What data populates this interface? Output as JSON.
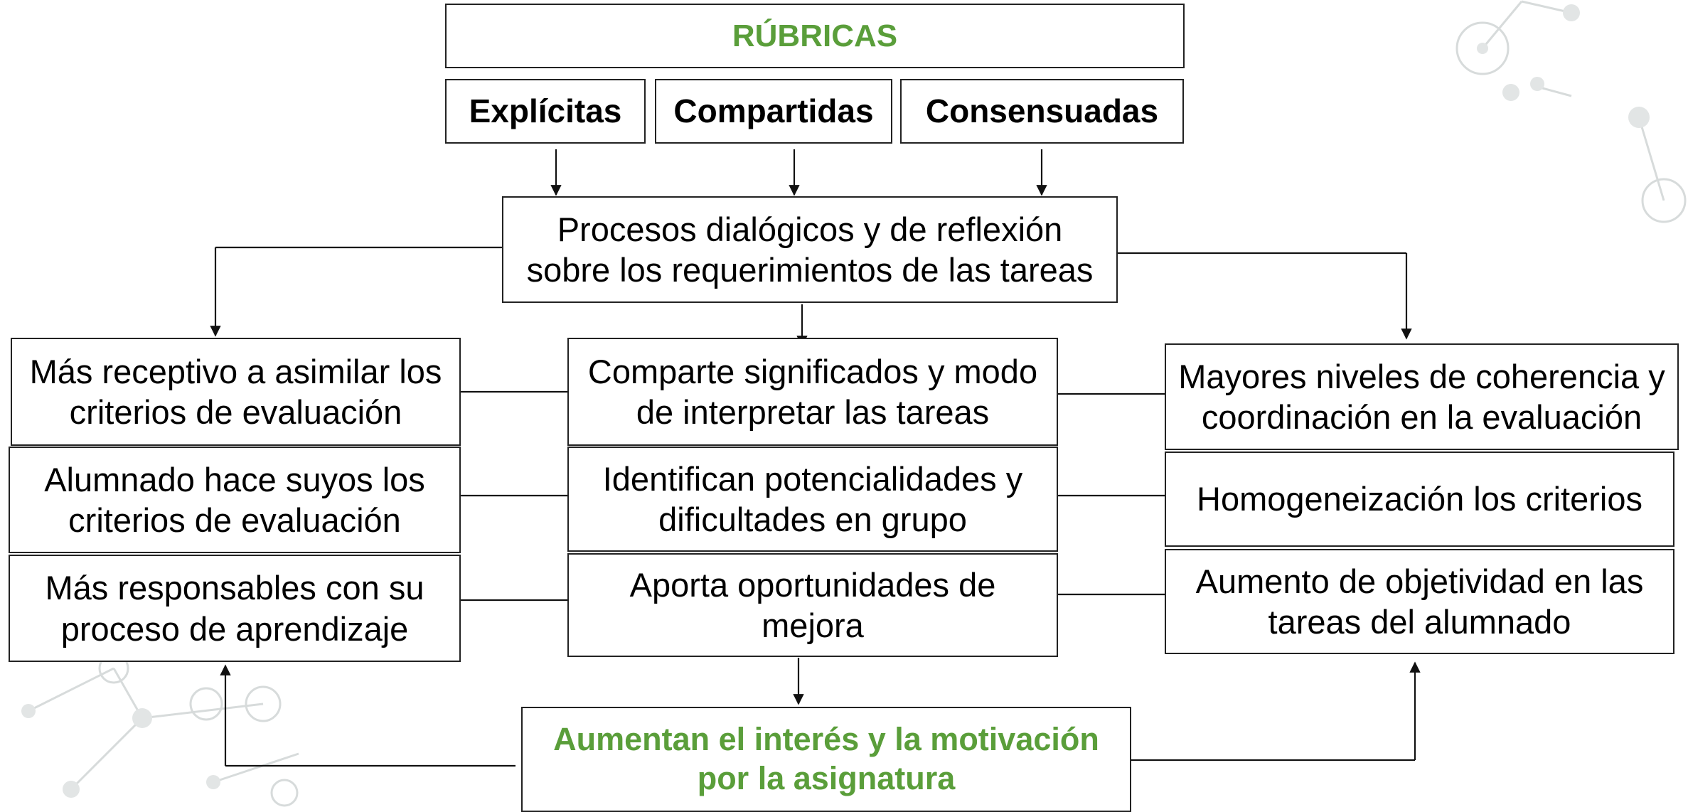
{
  "title": "RÚBRICAS",
  "categories": [
    "Explícitas",
    "Compartidas",
    "Consensuadas"
  ],
  "process": "Procesos dialógicos y de reflexión sobre los requerimientos de las tareas",
  "left_column": [
    "Más receptivo a asimilar los criterios de evaluación",
    "Alumnado hace suyos los criterios de evaluación",
    "Más responsables con su proceso de aprendizaje"
  ],
  "center_column": [
    "Comparte significados y modo de interpretar las tareas",
    "Identifican potencialidades y dificultades en grupo",
    "Aporta oportunidades de mejora"
  ],
  "right_column": [
    "Mayores niveles de coherencia y coordinación en la evaluación",
    "Homogeneización los criterios",
    "Aumento de objetividad en las tareas del alumnado"
  ],
  "outcome": "Aumentan el interés y la motivación por la asignatura",
  "colors": {
    "accent_green": "#5a9e3a",
    "line": "#111111",
    "decoration": "#d7dbdb"
  }
}
